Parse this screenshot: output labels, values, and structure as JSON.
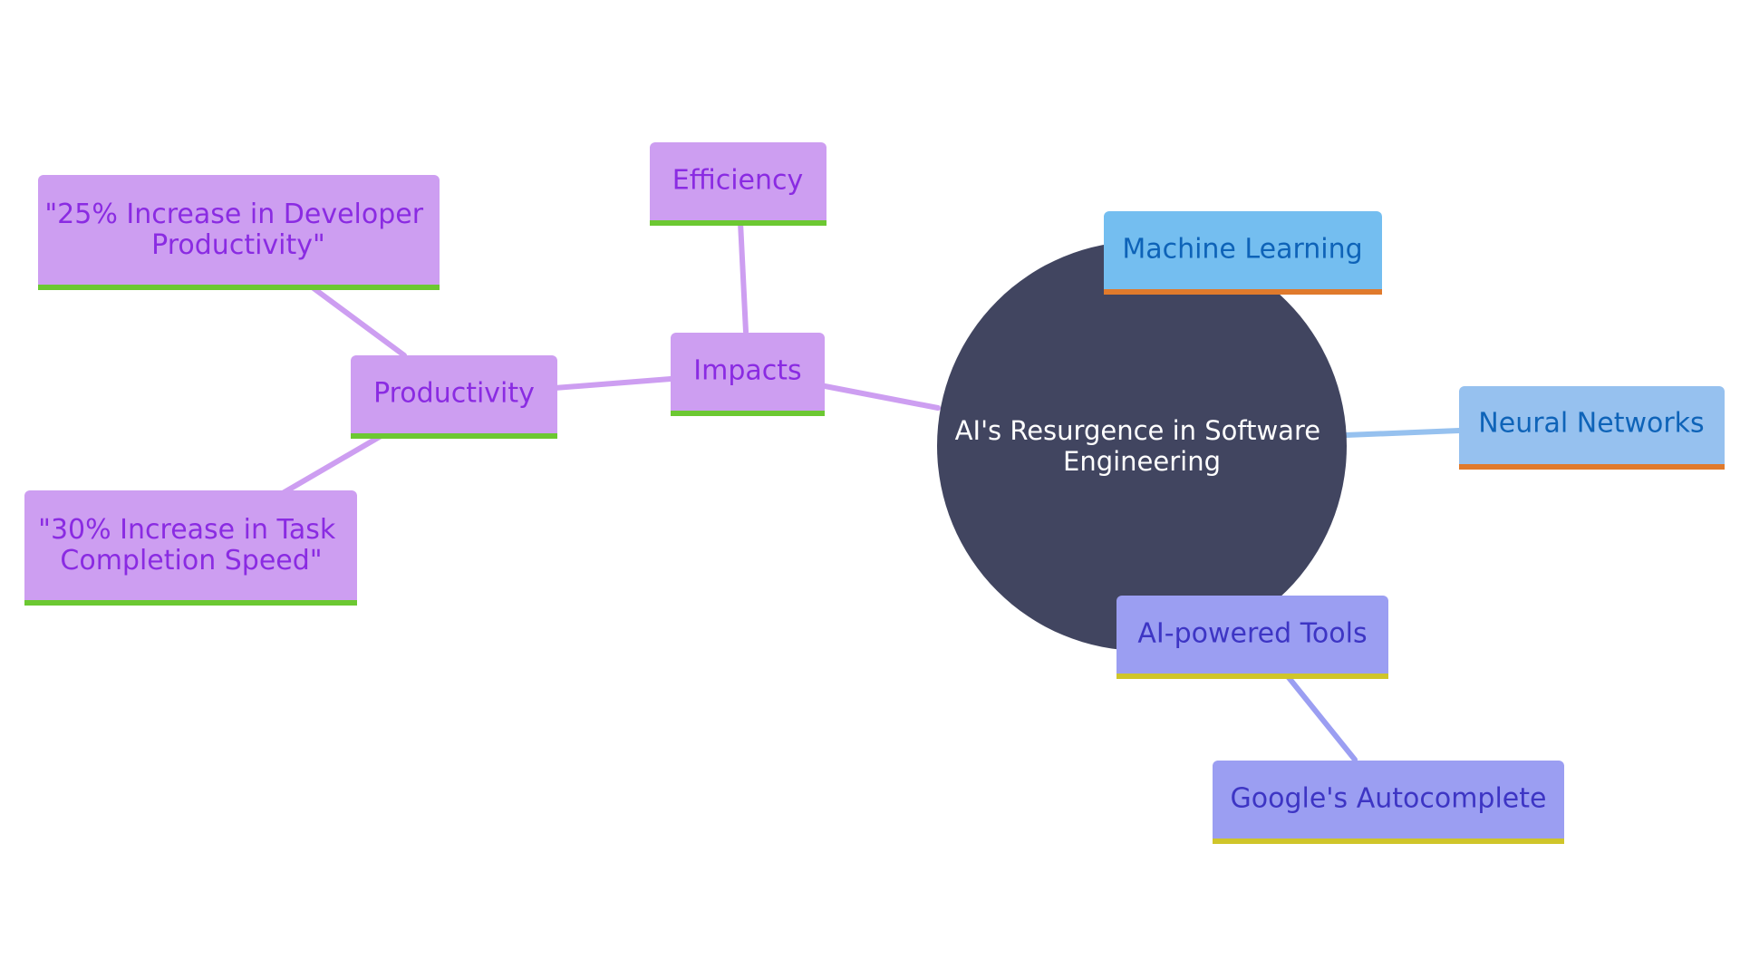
{
  "colors": {
    "purple_fill": "#cd9ef1",
    "purple_text": "#8a2be2",
    "purple_edge": "#cd9ef1",
    "green_border": "#6cc832",
    "blue_fill": "#74bef0",
    "blue_light_fill": "#96c1ef",
    "blue_text": "#0e63b8",
    "orange_border": "#e07a2c",
    "indigo_fill": "#9b9ef2",
    "indigo_text": "#3d35c4",
    "yellow_border": "#cfc52a",
    "center_fill": "#414560",
    "center_text": "#ffffff"
  },
  "center": {
    "lines": [
      "AI's Resurgence in Software",
      "Engineering"
    ]
  },
  "nodes": {
    "impacts": {
      "lines": [
        "Impacts"
      ]
    },
    "efficiency": {
      "lines": [
        "Efficiency"
      ]
    },
    "productivity": {
      "lines": [
        "Productivity"
      ]
    },
    "developer_productivity": {
      "lines": [
        "\"25% Increase in Developer",
        "Productivity\""
      ]
    },
    "task_speed": {
      "lines": [
        "\"30% Increase in Task",
        "Completion Speed\""
      ]
    },
    "machine_learning": {
      "lines": [
        "Machine Learning"
      ]
    },
    "neural_networks": {
      "lines": [
        "Neural Networks"
      ]
    },
    "ai_tools": {
      "lines": [
        "AI-powered Tools"
      ]
    },
    "google_autocomplete": {
      "lines": [
        "Google's Autocomplete"
      ]
    }
  }
}
